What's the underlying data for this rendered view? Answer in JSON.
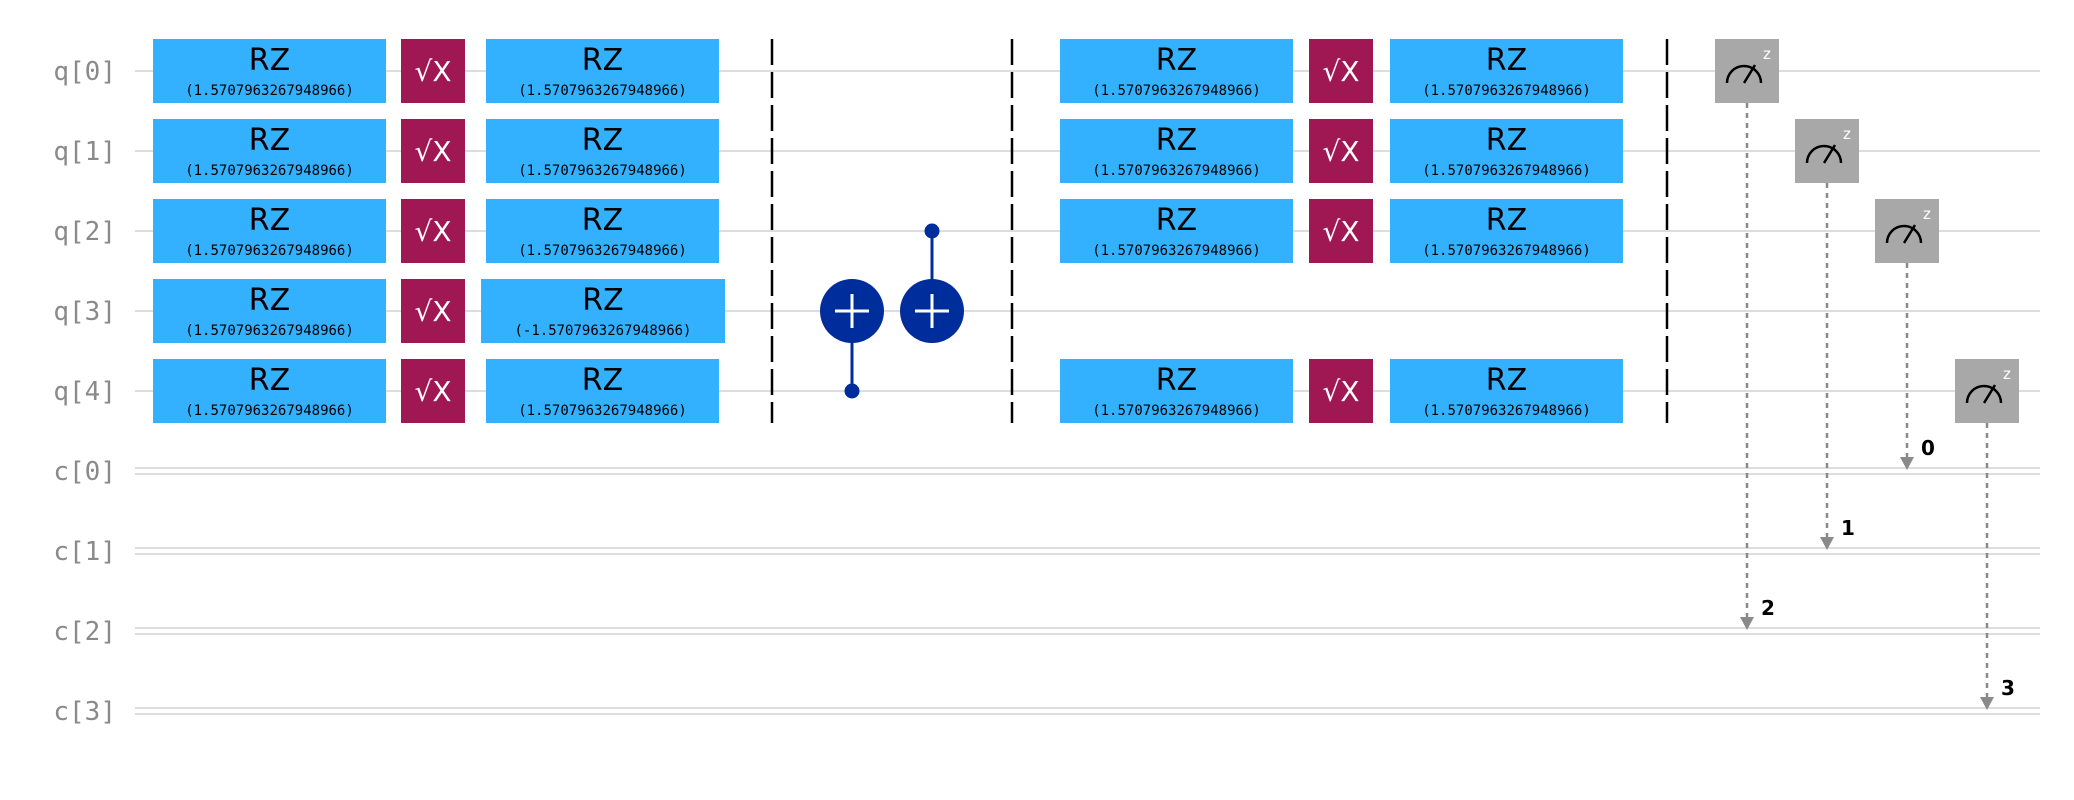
{
  "colors": {
    "rz": "#33b1ff",
    "sx": "#9f1853",
    "cx": "#002d9c",
    "measure": "#a8a8a8",
    "barrier": "#000000",
    "wire": "#dddddd",
    "label": "#8a8a8a",
    "arrow": "#8a8a8a"
  },
  "wires": {
    "quantum": [
      "q[0]",
      "q[1]",
      "q[2]",
      "q[3]",
      "q[4]"
    ],
    "classical": [
      "c[0]",
      "c[1]",
      "c[2]",
      "c[3]"
    ]
  },
  "gate_text": {
    "rz": "RZ",
    "sx": "√X",
    "measure_basis": "z"
  },
  "columns": [
    {
      "type": "gates",
      "gates": [
        {
          "kind": "rz",
          "qubit": 0,
          "param": "(1.5707963267948966)"
        },
        {
          "kind": "rz",
          "qubit": 1,
          "param": "(1.5707963267948966)"
        },
        {
          "kind": "rz",
          "qubit": 2,
          "param": "(1.5707963267948966)"
        },
        {
          "kind": "rz",
          "qubit": 3,
          "param": "(1.5707963267948966)"
        },
        {
          "kind": "rz",
          "qubit": 4,
          "param": "(1.5707963267948966)"
        }
      ]
    },
    {
      "type": "gates",
      "gates": [
        {
          "kind": "sx",
          "qubit": 0
        },
        {
          "kind": "sx",
          "qubit": 1
        },
        {
          "kind": "sx",
          "qubit": 2
        },
        {
          "kind": "sx",
          "qubit": 3
        },
        {
          "kind": "sx",
          "qubit": 4
        }
      ]
    },
    {
      "type": "gates",
      "gates": [
        {
          "kind": "rz",
          "qubit": 0,
          "param": "(1.5707963267948966)"
        },
        {
          "kind": "rz",
          "qubit": 1,
          "param": "(1.5707963267948966)"
        },
        {
          "kind": "rz",
          "qubit": 2,
          "param": "(1.5707963267948966)"
        },
        {
          "kind": "rz",
          "qubit": 3,
          "param": "(-1.5707963267948966)"
        },
        {
          "kind": "rz",
          "qubit": 4,
          "param": "(1.5707963267948966)"
        }
      ]
    },
    {
      "type": "barrier",
      "qubits": [
        0,
        1,
        2,
        3,
        4
      ]
    },
    {
      "type": "gates",
      "gates": [
        {
          "kind": "cx",
          "control": 4,
          "target": 3
        }
      ]
    },
    {
      "type": "gates",
      "gates": [
        {
          "kind": "cx",
          "control": 2,
          "target": 3
        }
      ]
    },
    {
      "type": "barrier",
      "qubits": [
        0,
        1,
        2,
        3,
        4
      ]
    },
    {
      "type": "gates",
      "gates": [
        {
          "kind": "rz",
          "qubit": 0,
          "param": "(1.5707963267948966)"
        },
        {
          "kind": "rz",
          "qubit": 1,
          "param": "(1.5707963267948966)"
        },
        {
          "kind": "rz",
          "qubit": 2,
          "param": "(1.5707963267948966)"
        },
        {
          "kind": "rz",
          "qubit": 4,
          "param": "(1.5707963267948966)"
        }
      ]
    },
    {
      "type": "gates",
      "gates": [
        {
          "kind": "sx",
          "qubit": 0
        },
        {
          "kind": "sx",
          "qubit": 1
        },
        {
          "kind": "sx",
          "qubit": 2
        },
        {
          "kind": "sx",
          "qubit": 4
        }
      ]
    },
    {
      "type": "gates",
      "gates": [
        {
          "kind": "rz",
          "qubit": 0,
          "param": "(1.5707963267948966)"
        },
        {
          "kind": "rz",
          "qubit": 1,
          "param": "(1.5707963267948966)"
        },
        {
          "kind": "rz",
          "qubit": 2,
          "param": "(1.5707963267948966)"
        },
        {
          "kind": "rz",
          "qubit": 4,
          "param": "(1.5707963267948966)"
        }
      ]
    },
    {
      "type": "barrier",
      "qubits": [
        0,
        1,
        2,
        3,
        4
      ]
    },
    {
      "type": "gates",
      "gates": [
        {
          "kind": "measure",
          "qubit": 0,
          "clbit": 2,
          "bit_label": "2"
        }
      ]
    },
    {
      "type": "gates",
      "gates": [
        {
          "kind": "measure",
          "qubit": 1,
          "clbit": 1,
          "bit_label": "1"
        }
      ]
    },
    {
      "type": "gates",
      "gates": [
        {
          "kind": "measure",
          "qubit": 2,
          "clbit": 0,
          "bit_label": "0"
        }
      ]
    },
    {
      "type": "gates",
      "gates": [
        {
          "kind": "measure",
          "qubit": 4,
          "clbit": 3,
          "bit_label": "3"
        }
      ]
    }
  ]
}
